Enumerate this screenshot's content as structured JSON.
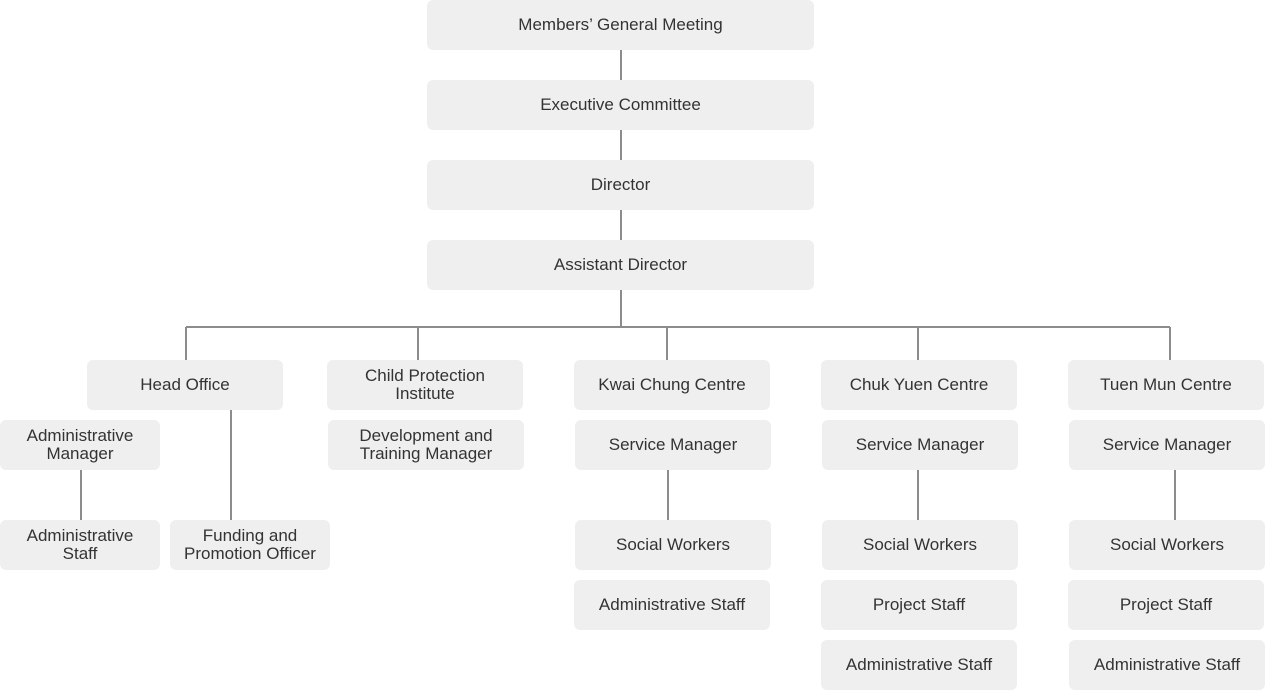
{
  "line_color": "#8c8c8c",
  "box_color": "#efefef",
  "text_color": "#333333",
  "nodes": {
    "members_general_meeting": "Members’ General Meeting",
    "executive_committee": "Executive Committee",
    "director": "Director",
    "assistant_director": "Assistant Director",
    "head_office": "Head Office",
    "administrative_manager": "Administrative\nManager",
    "head_office_administrative_staff": "Administrative\nStaff",
    "funding_promotion_officer": "Funding and\nPromotion Officer",
    "child_protection_institute": "Child Protection\nInstitute",
    "development_training_manager": "Development and\nTraining Manager",
    "kwai_chung_centre": "Kwai Chung Centre",
    "kwai_chung_service_manager": "Service Manager",
    "kwai_chung_social_workers": "Social Workers",
    "kwai_chung_administrative_staff": "Administrative Staff",
    "chuk_yuen_centre": "Chuk Yuen Centre",
    "chuk_yuen_service_manager": "Service Manager",
    "chuk_yuen_social_workers": "Social Workers",
    "chuk_yuen_project_staff": "Project Staff",
    "chuk_yuen_administrative_staff": "Administrative Staff",
    "tuen_mun_centre": "Tuen Mun Centre",
    "tuen_mun_service_manager": "Service Manager",
    "tuen_mun_social_workers": "Social Workers",
    "tuen_mun_project_staff": "Project Staff",
    "tuen_mun_administrative_staff": "Administrative Staff"
  }
}
